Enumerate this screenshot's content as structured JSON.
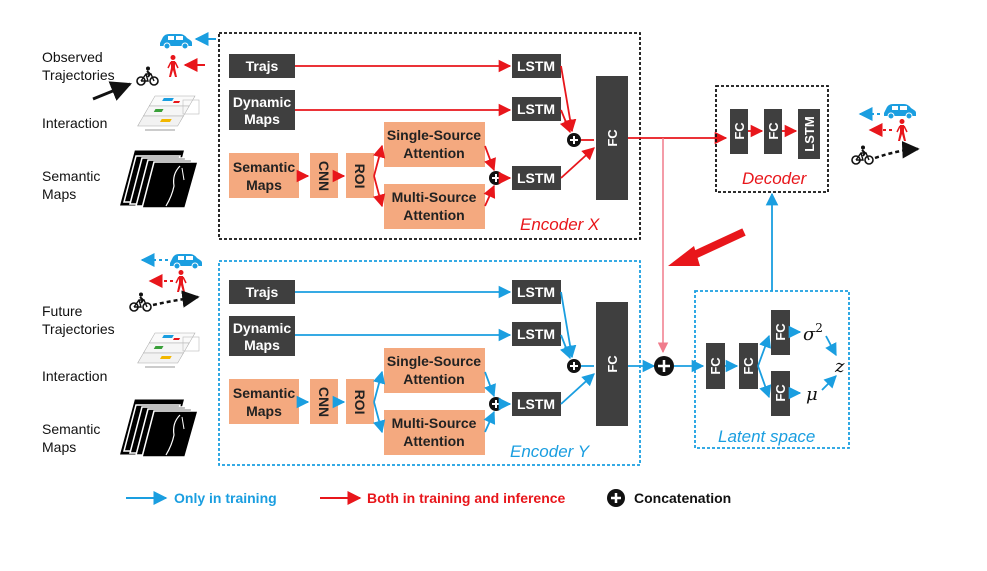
{
  "colors": {
    "red": "#e8161b",
    "blue": "#1a9ee0",
    "dark_box": "#3f3f3f",
    "orange_box": "#f4a97f",
    "pink": "#f07c8c"
  },
  "left_labels": {
    "observed": [
      "Observed",
      "Trajectories"
    ],
    "interaction_x": "Interaction",
    "semantic_x": [
      "Semantic",
      "Maps"
    ],
    "future": [
      "Future",
      "Trajectories"
    ],
    "interaction_y": "Interaction",
    "semantic_y": [
      "Semantic",
      "Maps"
    ]
  },
  "encoder_x": {
    "label": "Encoder X",
    "trajs": "Trajs",
    "dynamic": [
      "Dynamic",
      "Maps"
    ],
    "semantic": [
      "Semantic",
      "Maps"
    ],
    "cnn": "CNN",
    "roi": "ROI",
    "single": [
      "Single-Source",
      "Attention"
    ],
    "multi": [
      "Multi-Source",
      "Attention"
    ],
    "lstm": "LSTM",
    "fc": "FC"
  },
  "encoder_y": {
    "label": "Encoder Y",
    "trajs": "Trajs",
    "dynamic": [
      "Dynamic",
      "Maps"
    ],
    "semantic": [
      "Semantic",
      "Maps"
    ],
    "cnn": "CNN",
    "roi": "ROI",
    "single": [
      "Single-Source",
      "Attention"
    ],
    "multi": [
      "Multi-Source",
      "Attention"
    ],
    "lstm": "LSTM",
    "fc": "FC"
  },
  "decoder": {
    "label": "Decoder",
    "fc": "FC",
    "lstm": "LSTM"
  },
  "latent": {
    "label": "Latent space",
    "fc": "FC",
    "sigma": "σ",
    "sigma_exp": "2",
    "mu": "μ",
    "z": "z"
  },
  "legend": {
    "only_training": "Only in training",
    "both": "Both in training and inference",
    "concat": "Concatenation"
  },
  "icons": [
    "car-icon",
    "pedestrian-icon",
    "cyclist-icon",
    "interaction-map-icon",
    "semantic-map-stack-icon"
  ]
}
